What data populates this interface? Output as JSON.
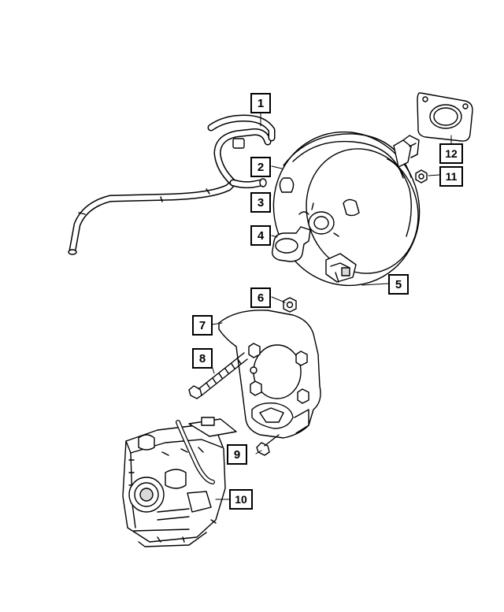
{
  "callouts": {
    "c1": "1",
    "c2": "2",
    "c3": "3",
    "c4": "4",
    "c5": "5",
    "c6": "6",
    "c7": "7",
    "c8": "8",
    "c9": "9",
    "c10": "10",
    "c11": "11",
    "c12": "12"
  },
  "colors": {
    "line": "#000000",
    "background": "#ffffff",
    "shade": "#d9d9d9"
  }
}
